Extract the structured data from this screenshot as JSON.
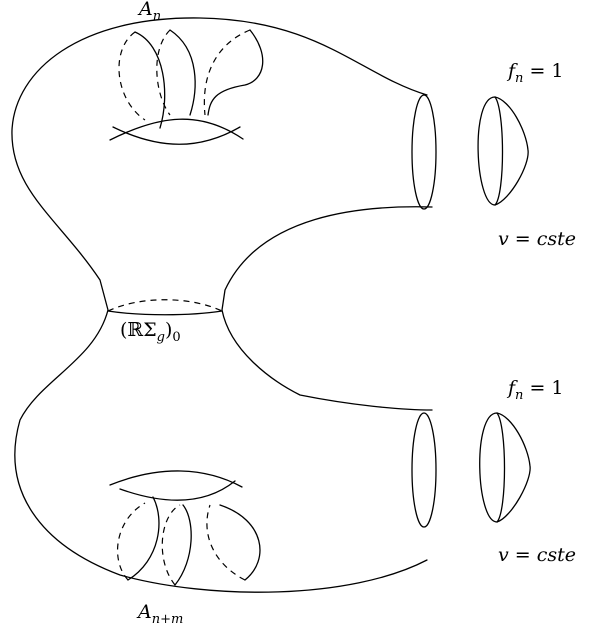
{
  "labels": {
    "top_annulus": {
      "base": "A",
      "sub": "n"
    },
    "bottom_annulus": {
      "base": "A",
      "sub": "n+m"
    },
    "middle_curve": {
      "text": "(ℝΣ",
      "sub_g": "g",
      "close": ")",
      "sub_0": "0"
    },
    "top_f": {
      "f": "f",
      "sub": "n",
      "eq": " = 1"
    },
    "bottom_f": {
      "f": "f",
      "sub": "n",
      "eq": " = 1"
    },
    "top_v": {
      "text": "v = cste"
    },
    "bottom_v": {
      "text": "v = cste"
    }
  }
}
